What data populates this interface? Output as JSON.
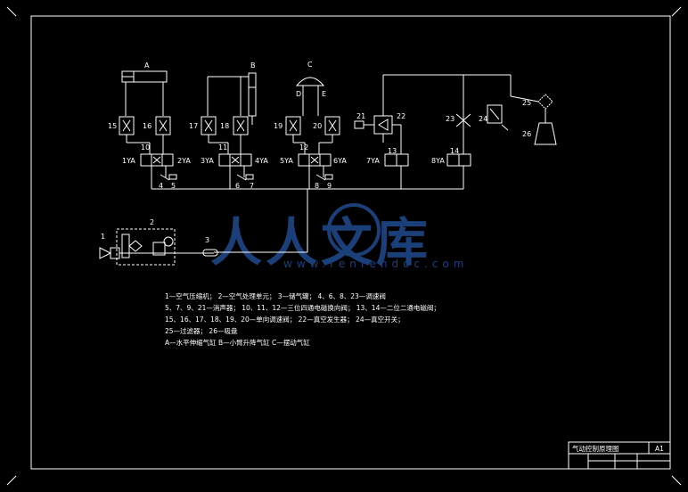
{
  "components": {
    "cylinder_A": "A",
    "cylinder_B": "B",
    "cylinder_C": "C",
    "port_D": "D",
    "port_E": "E",
    "n1": "1",
    "n2": "2",
    "n3": "3",
    "n4": "4",
    "n5": "5",
    "n6": "6",
    "n7": "7",
    "n8": "8",
    "n9": "9",
    "n10": "10",
    "n11": "11",
    "n12": "12",
    "n13": "13",
    "n14": "14",
    "n15": "15",
    "n16": "16",
    "n17": "17",
    "n18": "18",
    "n19": "19",
    "n20": "20",
    "n21": "21",
    "n22": "22",
    "n23": "23",
    "n24": "24",
    "n25": "25",
    "n26": "26",
    "sol_1YA": "1YA",
    "sol_2YA": "2YA",
    "sol_3YA": "3YA",
    "sol_4YA": "4YA",
    "sol_5YA": "5YA",
    "sol_6YA": "6YA",
    "sol_7YA": "7YA",
    "sol_8YA": "8YA"
  },
  "legend": [
    "1—空气压缩机；        2—空气处理单元；          3—储气罐；          4、6、8、23—调速阀",
    "5、7、9、21—消声器；       10、11、12—三位四通电磁换向阀；        13、14—二位二通电磁阀；",
    "15、16、17、18、19、20—单向调速阀；        22—真空发生器；        24—真空开关；",
    "25—过滤器；          26—吸盘",
    "A—水平伸缩气缸     B—小臂升降气缸     C—摆动气缸"
  ],
  "title_block": {
    "drawing_title": "气动控制原理图",
    "sheet_size": "A1"
  },
  "watermark": {
    "chars": "人人文库",
    "url": "www.renrendoc.com"
  },
  "colors": {
    "background": "#000000",
    "lines": "#ffffff",
    "watermark": "#1b3f78"
  }
}
